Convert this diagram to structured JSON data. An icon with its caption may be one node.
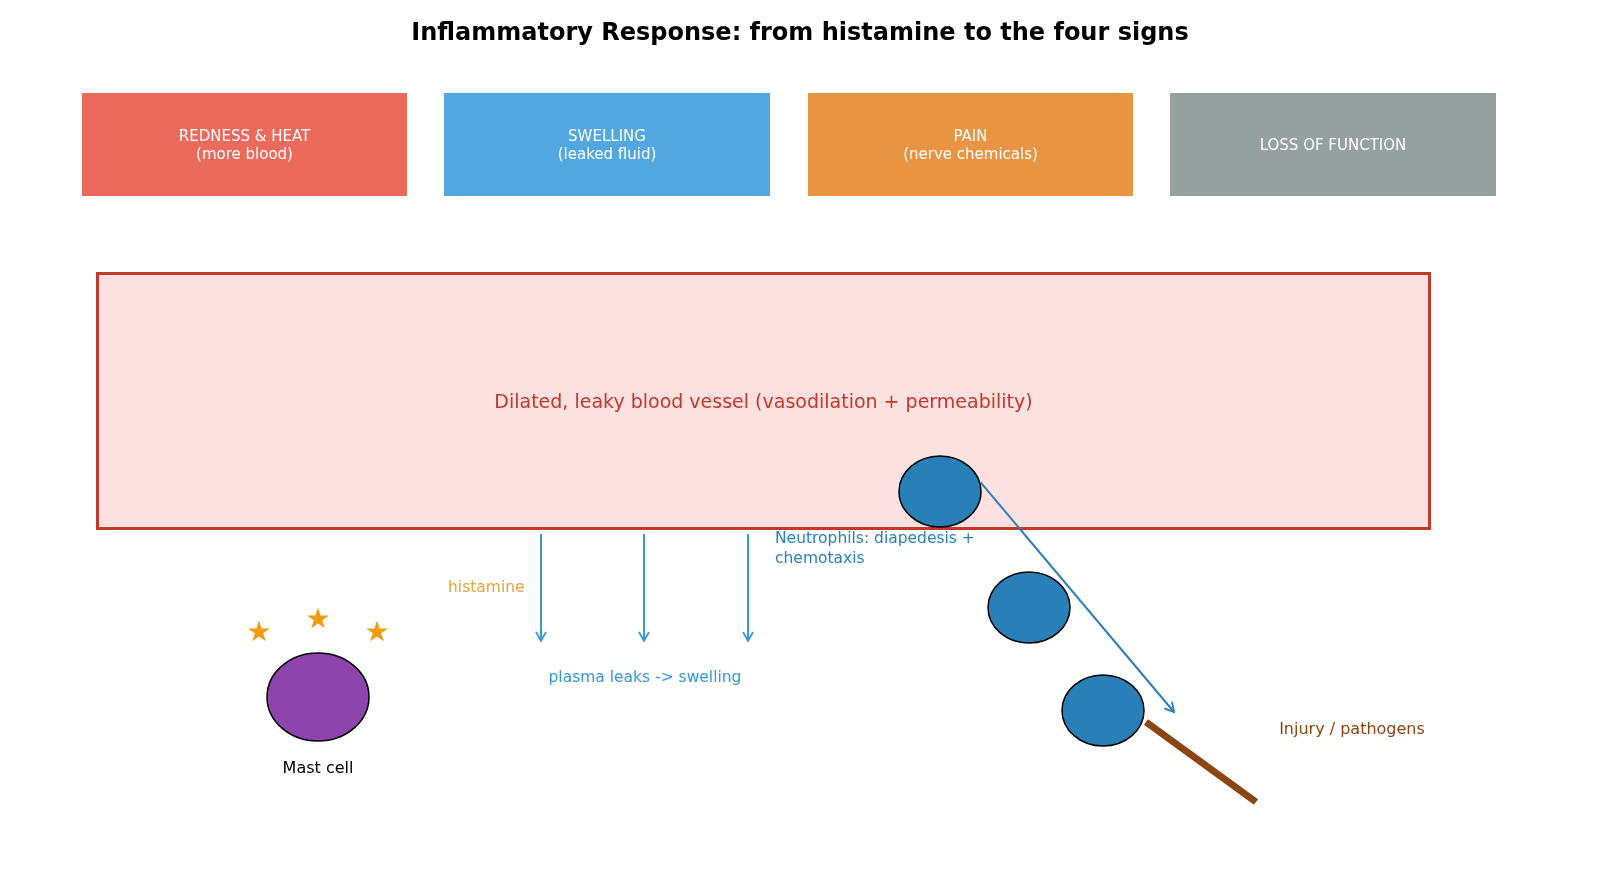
{
  "diagram": {
    "title": "Inflammatory Response: from histamine to the four signs",
    "nodes": [
      {
        "text": [
          "REDNESS & HEAT",
          "(more blood)"
        ]
      },
      {
        "text": [
          "SWELLING",
          "(leaked fluid)"
        ]
      },
      {
        "text": [
          "PAIN",
          "(nerve chemicals)"
        ]
      },
      {
        "text": [
          "LOSS OF FUNCTION"
        ]
      },
      {
        "text": [
          "Dilated, leaky blood vessel (vasodilation + permeability)"
        ]
      },
      {
        "text": [],
        "shape": "circle",
        "beside": [
          "Mast cell"
        ]
      },
      {
        "text": [],
        "shape": "circle",
        "in": 4
      },
      {
        "text": [],
        "shape": "circle"
      },
      {
        "text": [],
        "shape": "circle"
      },
      {
        "text": [],
        "shape": "bar",
        "beside": [
          "Injury / pathogens"
        ]
      }
    ],
    "edges": [
      {
        "from": 4,
        "to": null,
        "arrow": "to"
      },
      {
        "from": 4,
        "to": null,
        "arrow": "to"
      },
      {
        "from": 4,
        "to": null,
        "arrow": "to"
      },
      {
        "from": 6,
        "to": 9,
        "arrow": "to",
        "color": "#2980b9"
      }
    ],
    "labels": [
      "Neutrophils: diapedesis + chemotaxis",
      "histamine",
      "plasma leaks -> swelling"
    ]
  }
}
